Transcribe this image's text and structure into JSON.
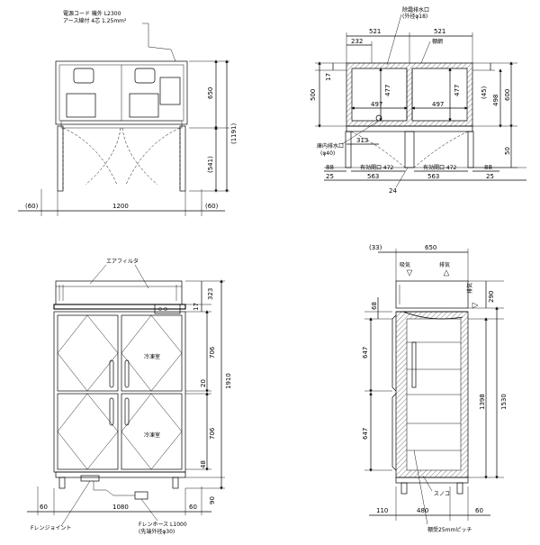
{
  "drawing": {
    "top_view": {
      "power_cord_label": "電源コード 機外 L2300",
      "earth_wire_label": "アース線付 4芯 1.25mm²",
      "dim_650": "650",
      "dim_1191": "(1191)",
      "dim_541": "(541)",
      "dim_60_left": "(60)",
      "dim_1200": "1200",
      "dim_60_right": "(60)"
    },
    "plan_section": {
      "drain_label": "除霜排水口",
      "drain_sub": "(外径φ18)",
      "wire_mesh_label": "棚網",
      "inner_drain_label": "庫内排水口",
      "inner_drain_sub": "(φ40)",
      "dim_521_left": "521",
      "dim_521_right": "521",
      "dim_232": "232",
      "dim_17": "17",
      "dim_500": "500",
      "dim_477_a": "477",
      "dim_477_b": "477",
      "dim_497_a": "497",
      "dim_497_b": "497",
      "dim_313": "313",
      "dim_45": "(45)",
      "dim_498": "498",
      "dim_600": "600",
      "dim_50": "50",
      "dim_88_left": "88",
      "dim_88_right": "88",
      "eff_opening_left": "有効開口 472",
      "eff_opening_right": "有効開口 472",
      "dim_25_left": "25",
      "dim_25_right": "25",
      "dim_563_left": "563",
      "dim_563_right": "563",
      "dim_24": "24"
    },
    "front_view": {
      "air_filter_label": "エアフィルタ",
      "compartment_top_right": "冷凍室",
      "compartment_bottom_right": "冷凍室",
      "dim_17": "17",
      "dim_323": "323",
      "dim_706_top": "706",
      "dim_20": "20",
      "dim_1910": "1910",
      "dim_706_bottom": "706",
      "dim_48": "48",
      "dim_90": "90",
      "dim_60_left": "60",
      "dim_1080": "1080",
      "dim_60_right": "60",
      "flange_joint_label": "Fレンジョイント",
      "drain_hose_label": "Fレンホース L1000",
      "drain_hose_sub": "(先端外径φ30)"
    },
    "side_view": {
      "dim_33": "(33)",
      "dim_650": "650",
      "intake_label": "吸気",
      "exhaust_top_label": "排気",
      "exhaust_side_label": "排気",
      "dim_290": "290",
      "dim_68": "68",
      "dim_647_top": "647",
      "dim_1398": "1398",
      "dim_1530": "1530",
      "dim_647_bottom": "647",
      "shelf_support_label": "スノコ",
      "dim_110": "110",
      "dim_480": "480",
      "dim_60": "60",
      "pitch_label": "棚受25mmピッチ"
    }
  }
}
